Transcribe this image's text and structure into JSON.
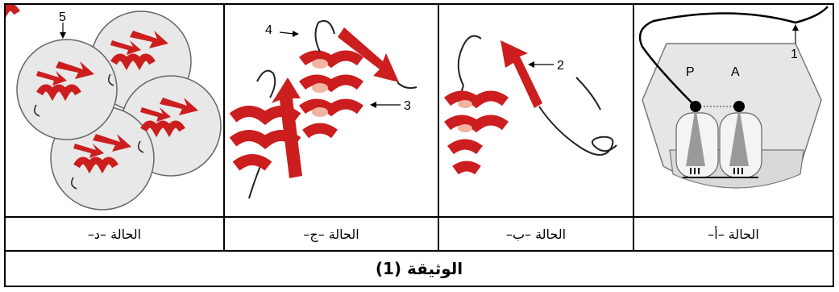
{
  "panels": [
    {
      "id": "d",
      "label": "الحالة –د–"
    },
    {
      "id": "j",
      "label": "الحالة –ج–"
    },
    {
      "id": "b",
      "label": "الحالة –ب–"
    },
    {
      "id": "a",
      "label": "الحالة –أ–"
    }
  ],
  "numbers": {
    "n1": "1",
    "n2": "2",
    "n3": "3",
    "n4": "4",
    "n5": "5"
  },
  "sites": {
    "p": "P",
    "a": "A"
  },
  "caption": "الوثيقة (1)",
  "colors": {
    "helix": "#cc1e1e",
    "helix_inner": "#f2b3a0",
    "ribosome": "#e6e6e6",
    "border": "#000000"
  }
}
